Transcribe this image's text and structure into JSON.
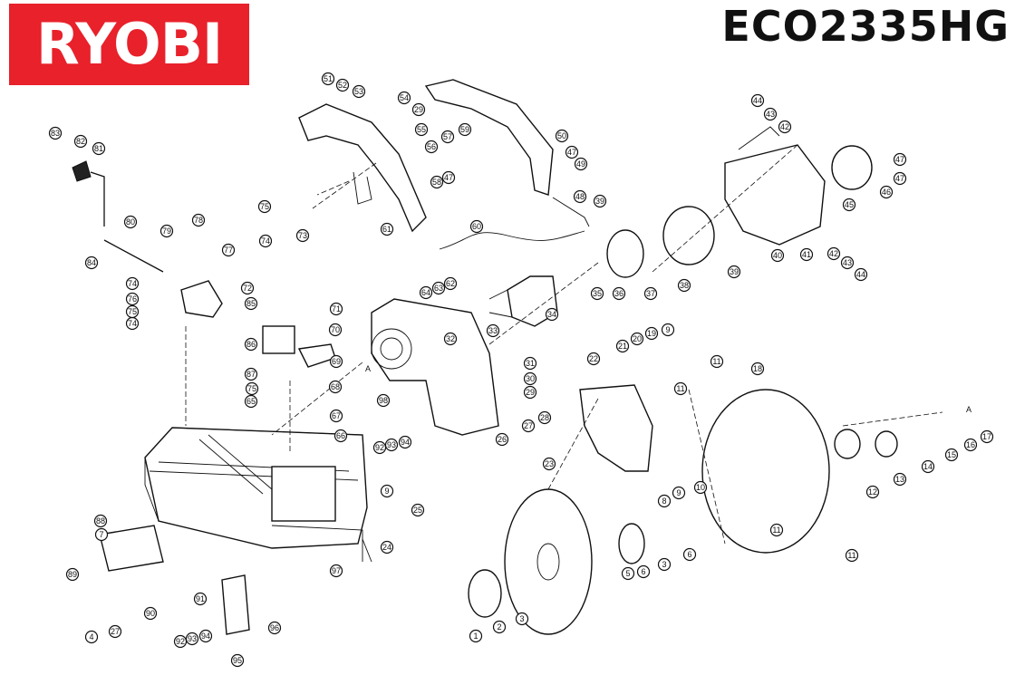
{
  "brand": {
    "logo_text": "RYOBI",
    "logo_color": "#e8212b"
  },
  "model": "ECO2335HG",
  "callouts": [
    "1",
    "2",
    "3",
    "4",
    "5",
    "6",
    "7",
    "8",
    "9",
    "10",
    "11",
    "12",
    "13",
    "14",
    "15",
    "16",
    "17",
    "18",
    "19",
    "20",
    "21",
    "22",
    "23",
    "24",
    "25",
    "26",
    "27",
    "28",
    "29",
    "30",
    "31",
    "32",
    "33",
    "34",
    "35",
    "36",
    "37",
    "38",
    "39",
    "40",
    "41",
    "42",
    "43",
    "44",
    "45",
    "46",
    "47",
    "48",
    "49",
    "50",
    "51",
    "52",
    "53",
    "54",
    "55",
    "56",
    "57",
    "58",
    "59",
    "60",
    "61",
    "62",
    "63",
    "64",
    "65",
    "66",
    "67",
    "68",
    "69",
    "70",
    "71",
    "72",
    "73",
    "74",
    "75",
    "76",
    "77",
    "78",
    "79",
    "80",
    "81",
    "82",
    "83",
    "84",
    "85",
    "86",
    "87",
    "88",
    "89",
    "90",
    "91",
    "92",
    "93",
    "94",
    "95",
    "96",
    "97",
    "98"
  ],
  "reference_marks": [
    "A"
  ],
  "icons": [
    "exploded-parts-diagram"
  ]
}
